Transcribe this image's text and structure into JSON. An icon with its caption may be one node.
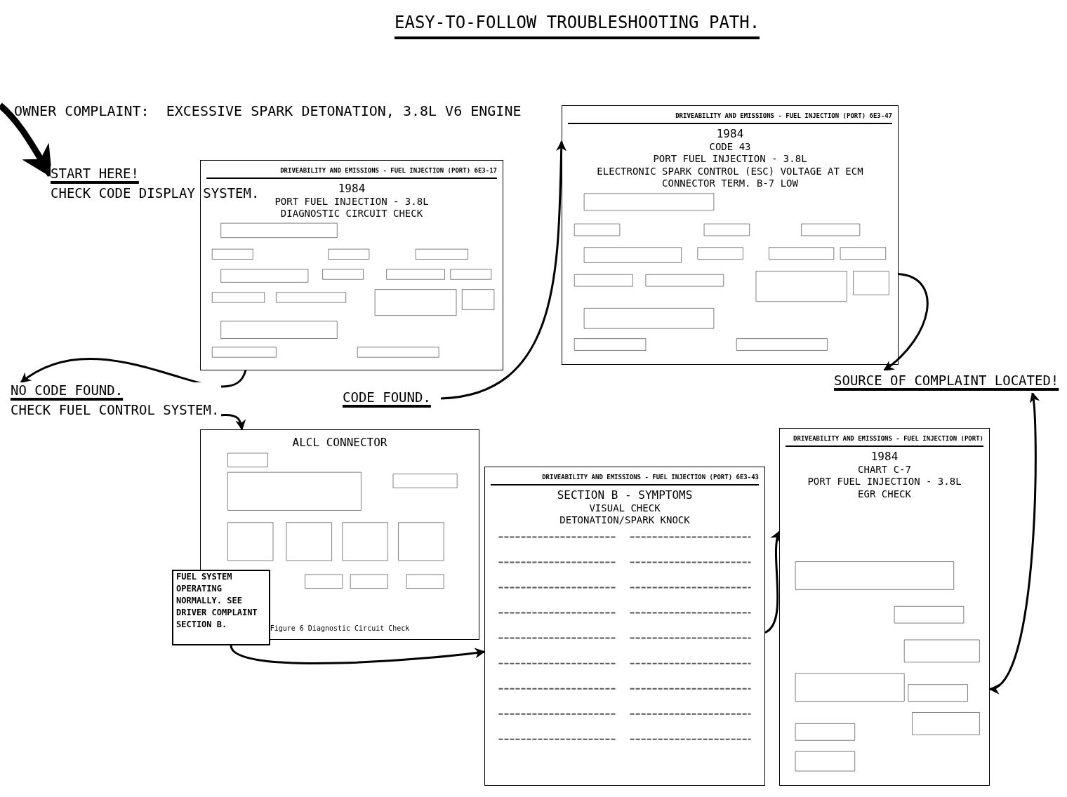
{
  "diagram": {
    "title": "EASY-TO-FOLLOW TROUBLESHOOTING PATH.",
    "nodes": [
      {
        "text": [
          "START HERE!",
          "CHECK CODE DISPLAY SYSTEM."
        ]
      },
      {
        "text": [
          "DRIVEABILITY AND EMISSIONS - FUEL INJECTION (PORT) 6E3-17",
          "1984",
          "PORT FUEL INJECTION - 3.8L",
          "DIAGNOSTIC CIRCUIT CHECK"
        ]
      },
      {
        "text": [
          "CODE FOUND."
        ]
      },
      {
        "text": [
          "NO CODE FOUND.",
          "CHECK FUEL CONTROL SYSTEM."
        ]
      },
      {
        "text": [
          "ALCL CONNECTOR",
          "Figure 6 Diagnostic Circuit Check"
        ]
      },
      {
        "text": [
          "FUEL SYSTEM OPERATING NORMALLY. SEE DRIVER COMPLAINT SECTION B."
        ]
      },
      {
        "text": [
          "DRIVEABILITY AND EMISSIONS - FUEL INJECTION (PORT) 6E3-47",
          "1984",
          "CODE 43",
          "PORT FUEL INJECTION - 3.8L",
          "ELECTRONIC SPARK CONTROL (ESC) VOLTAGE AT ECM CONNECTOR TERM. B-7 LOW"
        ]
      },
      {
        "text": [
          "DRIVEABILITY AND EMISSIONS - FUEL INJECTION (PORT) 6E3-43",
          "SECTION B - SYMPTOMS",
          "VISUAL CHECK",
          "DETONATION/SPARK KNOCK"
        ]
      },
      {
        "text": [
          "DRIVEABILITY AND EMISSIONS - FUEL INJECTION (PORT)",
          "1984",
          "CHART C-7",
          "PORT FUEL INJECTION - 3.8L",
          "EGR CHECK"
        ]
      },
      {
        "text": [
          "SOURCE OF COMPLAINT LOCATED!"
        ]
      }
    ],
    "edges": [
      {
        "from": null,
        "to": 0,
        "arrow": "to",
        "style": "thick"
      },
      {
        "from": 1,
        "to": 3,
        "arrow": "to"
      },
      {
        "from": 2,
        "to": 6,
        "arrow": "to"
      },
      {
        "from": 3,
        "to": 4,
        "arrow": "to"
      },
      {
        "from": 5,
        "to": 7,
        "arrow": "to"
      },
      {
        "from": 7,
        "to": 8,
        "arrow": "to"
      },
      {
        "from": 6,
        "to": 9,
        "arrow": "to"
      },
      {
        "from": 8,
        "to": 9,
        "arrow": "both"
      }
    ],
    "labels": [
      "OWNER COMPLAINT:  EXCESSIVE SPARK DETONATION, 3.8L V6 ENGINE"
    ]
  }
}
